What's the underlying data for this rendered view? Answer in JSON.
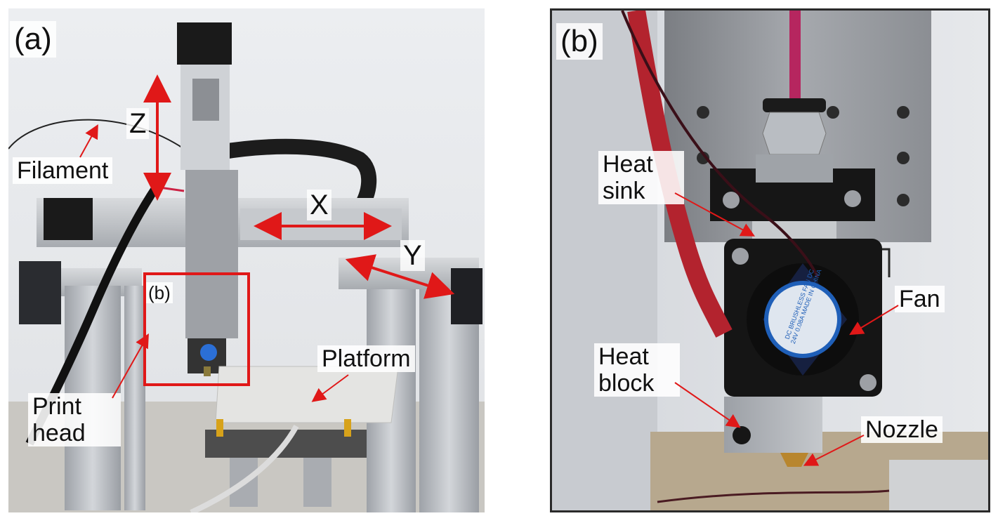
{
  "panel_a": {
    "tag": "(a)",
    "labels": {
      "filament": "Filament",
      "z": "Z",
      "x": "X",
      "y": "Y",
      "inset": "(b)",
      "platform": "Platform",
      "print_head": "Print head"
    }
  },
  "panel_b": {
    "tag": "(b)",
    "labels": {
      "heat_sink": "Heat sink",
      "fan": "Fan",
      "heat_block": "Heat block",
      "nozzle": "Nozzle"
    },
    "fan_sticker": "DC BRUSHLESS FAN DC 24V 0.08A MADE IN CHINA"
  },
  "colors": {
    "annotation": "#e01818",
    "background_wall": "#e9ebee",
    "aluminium": "#b9bcc1",
    "dark_metal": "#1c1c1c"
  }
}
